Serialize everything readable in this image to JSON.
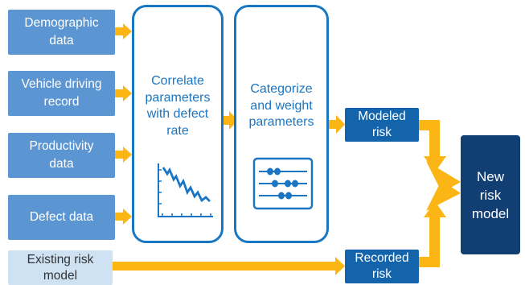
{
  "inputs": {
    "demographic": "Demographic data",
    "vehicle": [
      "Vehicle driving",
      "record"
    ],
    "productivity": "Productivity data",
    "defect": "Defect data",
    "existing": "Existing risk model"
  },
  "panels": {
    "correlate": [
      "Correlate",
      "parameters",
      "with defect",
      "rate"
    ],
    "categorize": [
      "Categorize",
      "and weight",
      "parameters"
    ]
  },
  "outputs": {
    "modeled": "Modeled risk",
    "recorded": "Recorded risk",
    "new": "New risk model"
  },
  "icons": {
    "correlate": "line-chart-icon",
    "categorize": "abacus-icon"
  },
  "colors": {
    "input_box": "#5b96d3",
    "existing_box": "#cfe2f4",
    "panel_border": "#1777c2",
    "panel_text": "#1a75c4",
    "risk_box": "#1464ab",
    "new_box": "#123f73",
    "arrow": "#fbb514"
  }
}
